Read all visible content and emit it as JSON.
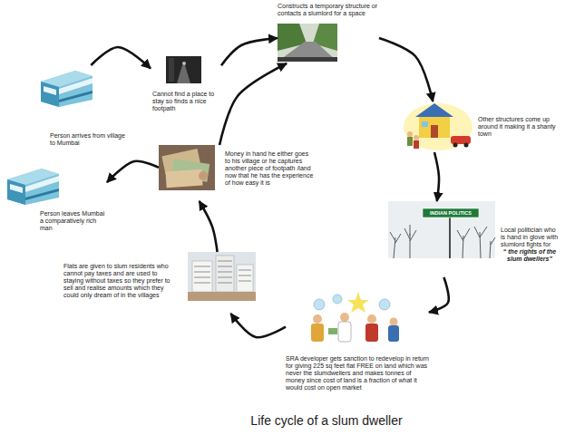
{
  "diagram": {
    "caption": "Life cycle of a slum dweller",
    "nodes": [
      {
        "text": [
          "Person arrives from village to Mumbai"
        ]
      },
      {
        "text": [
          "Cannot find a place to stay so finds a nice footpath"
        ]
      },
      {
        "text": [
          "Constructs a temporary structure or contacts a slumlord for a space"
        ]
      },
      {
        "text": [
          "Other structures come up around it making it a shanty town"
        ]
      },
      {
        "text": [
          "Local politician who is hand in glove with slumlord fights for",
          "“ the rights of the slum dwellers”"
        ]
      },
      {
        "text": [
          "SRA developer gets sanction to redevelop in return for giving 225 sq feet flat FREE on land which was never the slumdwellers and makes tonnes of money since cost of land is a fraction of what it would cost on open market"
        ]
      },
      {
        "text": [
          "Flats are given to slum residents who cannot pay taxes and are used to staying without taxes so they prefer to sell and realise amounts which they could only dream of in the villages"
        ]
      },
      {
        "text": [
          "Money in hand he either goes to his village or he captures another piece of footpath /land now that he has the experience of how easy it is"
        ]
      },
      {
        "text": [
          "Person leaves Mumbai a comparatively rich man"
        ]
      }
    ],
    "edges": [
      {
        "from": 0,
        "to": 1,
        "arrow": "to"
      },
      {
        "from": 1,
        "to": 2,
        "arrow": "to"
      },
      {
        "from": 2,
        "to": 3,
        "arrow": "to"
      },
      {
        "from": 3,
        "to": 4,
        "arrow": "to"
      },
      {
        "from": 4,
        "to": 5,
        "arrow": "to"
      },
      {
        "from": 5,
        "to": 6,
        "arrow": "to"
      },
      {
        "from": 6,
        "to": 7,
        "arrow": "to"
      },
      {
        "from": 7,
        "to": 2,
        "arrow": "to"
      },
      {
        "from": 7,
        "to": 8,
        "arrow": "to"
      }
    ],
    "labels": [
      "INDIAN POLITICS"
    ]
  }
}
